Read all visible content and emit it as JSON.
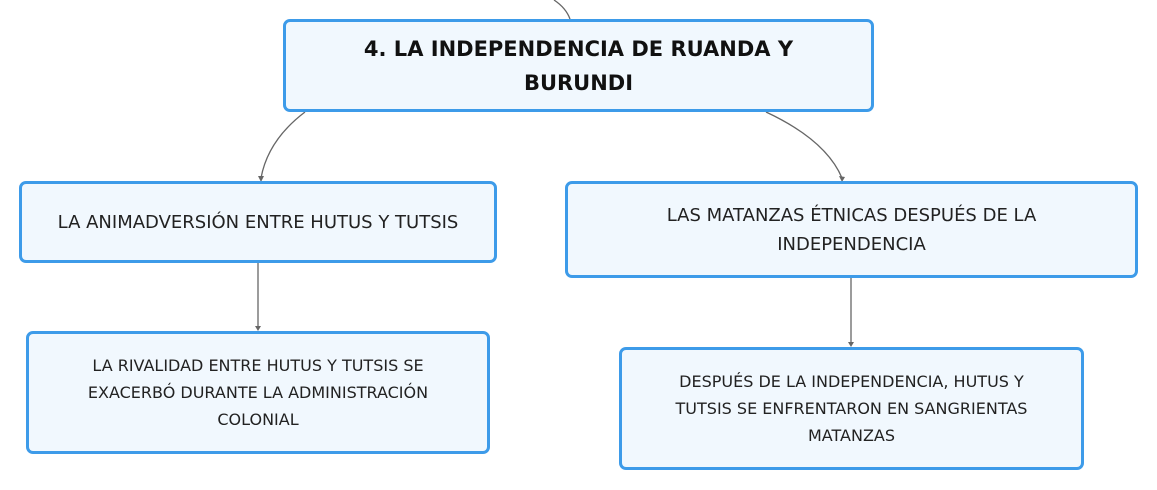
{
  "diagram": {
    "root": {
      "line1": "4. LA INDEPENDENCIA DE RUANDA Y",
      "line2": "BURUNDI"
    },
    "left_branch": {
      "topic": {
        "line1": "LA ANIMADVERSIÓN ENTRE HUTUS Y TUTSIS"
      },
      "detail": {
        "line1": "LA RIVALIDAD ENTRE HUTUS Y TUTSIS SE",
        "line2": "EXACERBÓ DURANTE LA ADMINISTRACIÓN",
        "line3": "COLONIAL"
      }
    },
    "right_branch": {
      "topic": {
        "line1": "LAS MATANZAS ÉTNICAS DESPUÉS DE LA",
        "line2": "INDEPENDENCIA"
      },
      "detail": {
        "line1": "DESPUÉS DE LA INDEPENDENCIA, HUTUS Y",
        "line2": "TUTSIS SE ENFRENTARON EN SANGRIENTAS",
        "line3": "MATANZAS"
      }
    }
  },
  "colors": {
    "node_border": "#3d9be9",
    "node_fill": "#f1f8fe",
    "connector": "#666666"
  }
}
